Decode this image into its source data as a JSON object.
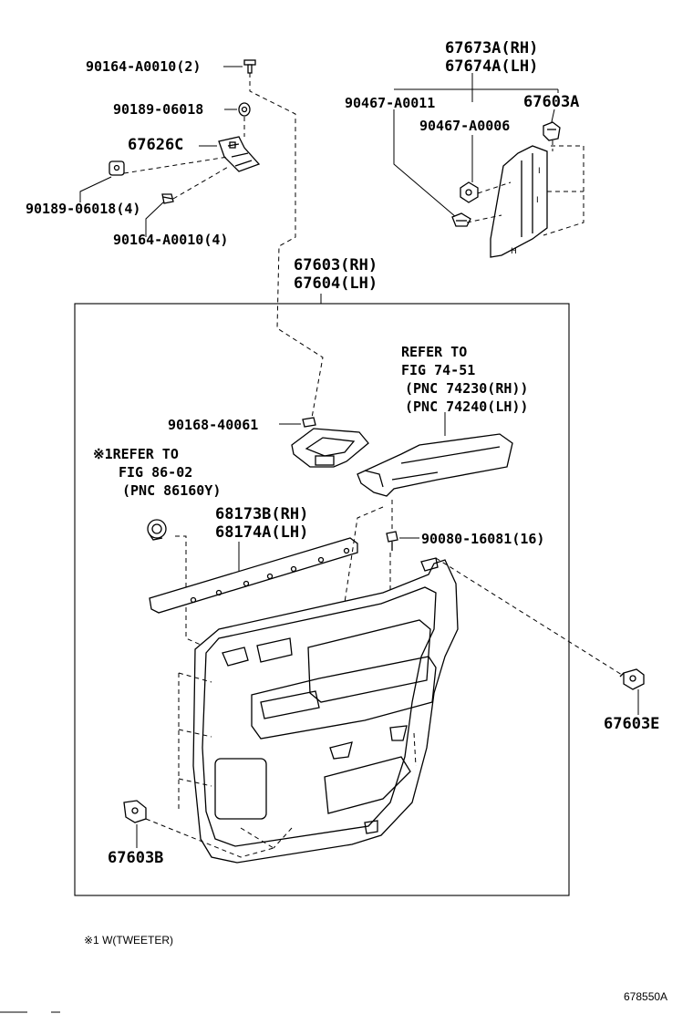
{
  "labels": {
    "bolt_top": "90164-A0010(2)",
    "nut_top": "90189-06018",
    "bracket": "67626C",
    "nut_4": "90189-06018(4)",
    "bolt_4": "90164-A0010(4)",
    "trim_rh": "67673A(RH)",
    "trim_lh": "67674A(LH)",
    "clip_a": "90467-A0011",
    "clip_b": "90467-A0006",
    "clip_67603a": "67603A",
    "panel_rh": "67603(RH)",
    "panel_lh": "67604(LH)",
    "refer1_line1": "REFER TO",
    "refer1_line2": "FIG 74-51",
    "refer1_line3": "(PNC 74230(RH))",
    "refer1_line4": "(PNC 74240(LH))",
    "screw_40061": "90168-40061",
    "refer2_line1": "※1REFER TO",
    "refer2_line2": "FIG 86-02",
    "refer2_line3": "(PNC 86160Y)",
    "strip_rh": "68173B(RH)",
    "strip_lh": "68174A(LH)",
    "screw_16081": "90080-16081(16)",
    "clip_67603e": "67603E",
    "clip_67603b": "67603B"
  },
  "footnote": "※1 W(TWEETER)",
  "diagram_code": "678550A"
}
